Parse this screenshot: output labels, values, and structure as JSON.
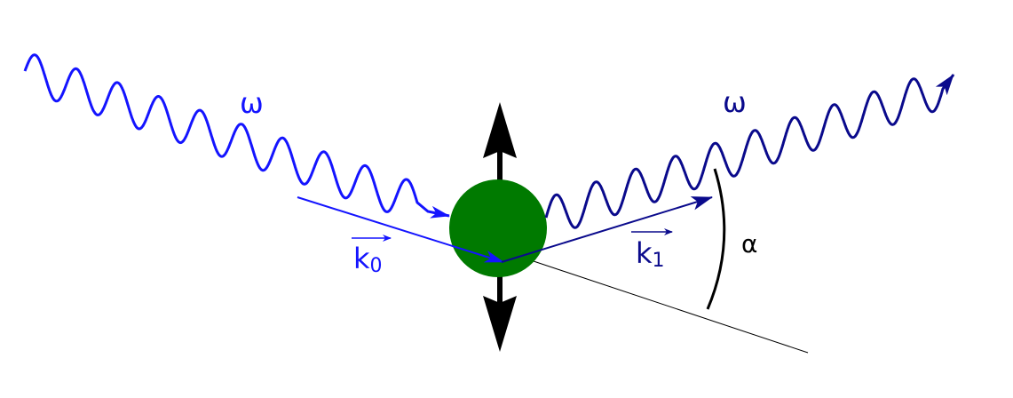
{
  "colors": {
    "incident": "#1414ff",
    "scattered": "#0a0a8c",
    "particle": "#007a00",
    "axis": "#000000"
  },
  "labels": {
    "omega_in": "ω",
    "omega_out": "ω",
    "k0_letter": "k",
    "k0_sub": "0",
    "k1_letter": "k",
    "k1_sub": "1",
    "alpha": "α"
  }
}
